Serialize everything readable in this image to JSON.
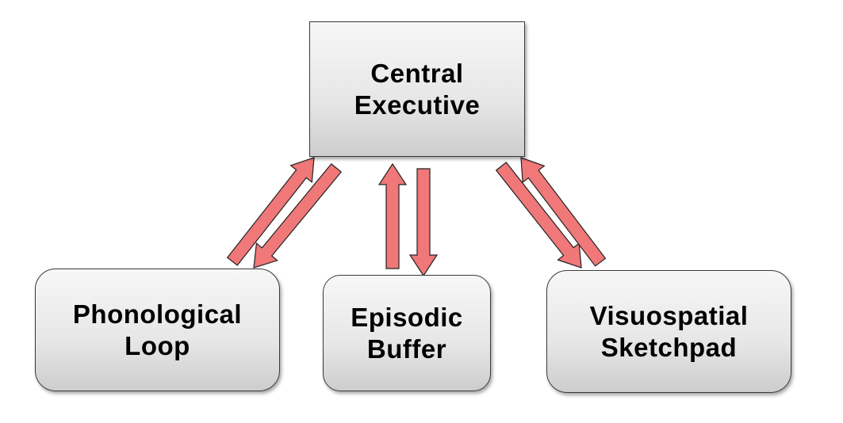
{
  "diagram": {
    "title": "Working Memory Model",
    "nodes": [
      {
        "id": "central",
        "label": "Central\nExecutive"
      },
      {
        "id": "phono",
        "label": "Phonological\nLoop"
      },
      {
        "id": "episodic",
        "label": "Episodic\nBuffer"
      },
      {
        "id": "visuo",
        "label": "Visuospatial\nSketchpad"
      }
    ],
    "edges": [
      {
        "from": "phono",
        "to": "central"
      },
      {
        "from": "central",
        "to": "phono"
      },
      {
        "from": "episodic",
        "to": "central"
      },
      {
        "from": "central",
        "to": "episodic"
      },
      {
        "from": "central",
        "to": "visuo"
      },
      {
        "from": "visuo",
        "to": "central"
      }
    ],
    "colors": {
      "arrow_fill": "#f07878",
      "arrow_stroke": "#222222",
      "box_fill": "#e6e6e6",
      "box_stroke": "#3a3a3a"
    }
  }
}
